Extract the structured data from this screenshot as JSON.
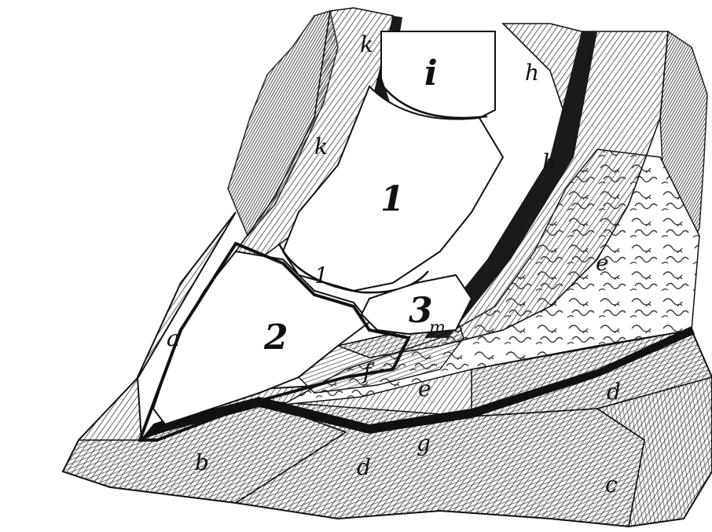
{
  "figure": {
    "labels": {
      "k_top": "k",
      "i": "i",
      "h_top": "h",
      "k_mid": "k",
      "num_1": "1",
      "h_mid": "h",
      "num_1_small": "1",
      "num_3": "3",
      "m": "m",
      "num_2": "2",
      "a": "a",
      "e_upper": "e",
      "e_lower": "e",
      "f": "f",
      "d_right": "d",
      "g": "g",
      "b": "b",
      "d_bottom": "d",
      "c": "c"
    },
    "colors": {
      "ink": "#111111",
      "hatch": "#3a3a3a",
      "paper": "#ffffff",
      "shade": "#555555"
    }
  }
}
